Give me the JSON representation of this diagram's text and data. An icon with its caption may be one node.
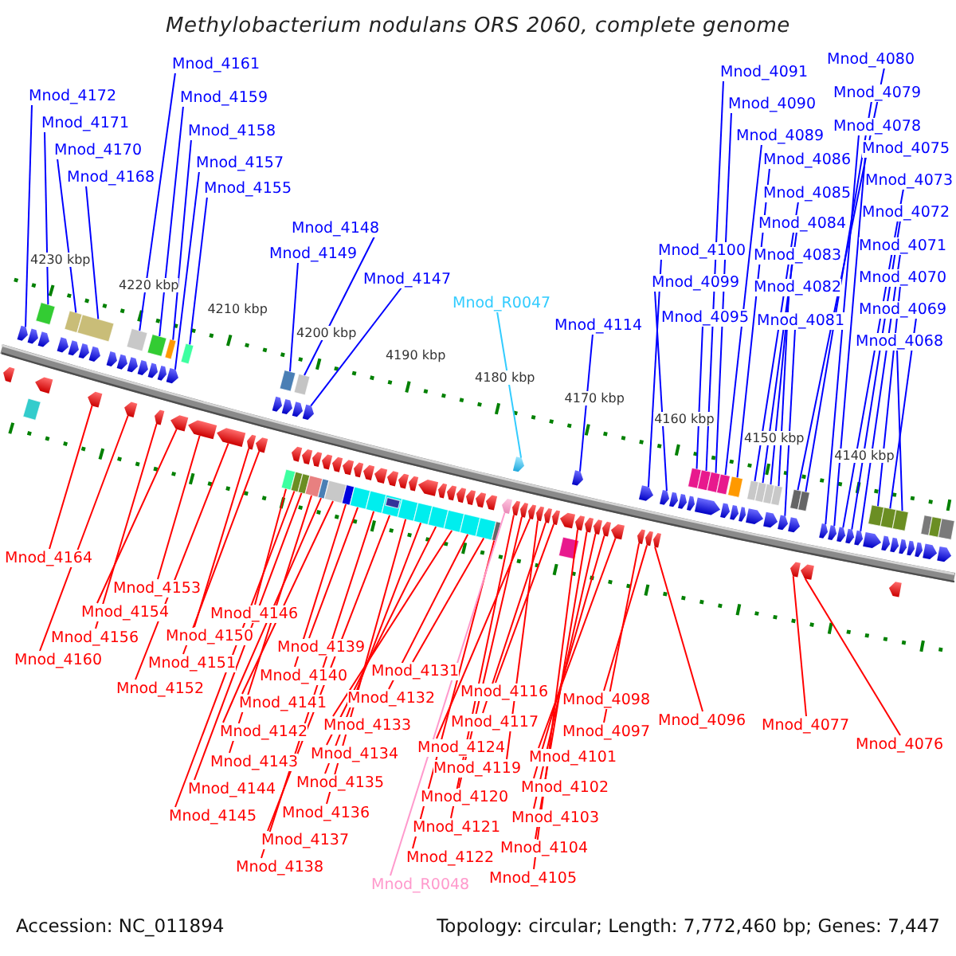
{
  "diagram": {
    "title": "Methylobacterium nodulans ORS 2060, complete genome",
    "nodes": [
      {
        "text": [
          "Mnod_4161"
        ]
      },
      {
        "text": [
          "Mnod_4091"
        ]
      },
      {
        "text": [
          "Mnod_4080"
        ]
      },
      {
        "text": [
          "Mnod_4172"
        ]
      },
      {
        "text": [
          "Mnod_4159"
        ]
      },
      {
        "text": [
          "Mnod_4090"
        ]
      },
      {
        "text": [
          "Mnod_4079"
        ]
      },
      {
        "text": [
          "Mnod_4171"
        ]
      },
      {
        "text": [
          "Mnod_4158"
        ]
      },
      {
        "text": [
          "Mnod_4089"
        ]
      },
      {
        "text": [
          "Mnod_4078"
        ]
      },
      {
        "text": [
          "Mnod_4170"
        ]
      },
      {
        "text": [
          "Mnod_4157"
        ]
      },
      {
        "text": [
          "Mnod_4086"
        ]
      },
      {
        "text": [
          "Mnod_4075"
        ]
      },
      {
        "text": [
          "Mnod_4168"
        ]
      },
      {
        "text": [
          "Mnod_4155"
        ]
      },
      {
        "text": [
          "Mnod_4085"
        ]
      },
      {
        "text": [
          "Mnod_4073"
        ]
      },
      {
        "text": [
          "Mnod_4148"
        ]
      },
      {
        "text": [
          "Mnod_4084"
        ]
      },
      {
        "text": [
          "Mnod_4072"
        ]
      },
      {
        "text": [
          "Mnod_4149"
        ]
      },
      {
        "text": [
          "Mnod_4100"
        ]
      },
      {
        "text": [
          "Mnod_4083"
        ]
      },
      {
        "text": [
          "Mnod_4071"
        ]
      },
      {
        "text": [
          "Mnod_4147"
        ]
      },
      {
        "text": [
          "Mnod_4099"
        ]
      },
      {
        "text": [
          "Mnod_4082"
        ]
      },
      {
        "text": [
          "Mnod_4070"
        ]
      },
      {
        "text": [
          "Mnod_R0047"
        ]
      },
      {
        "text": [
          "Mnod_4095"
        ]
      },
      {
        "text": [
          "Mnod_4081"
        ]
      },
      {
        "text": [
          "Mnod_4069"
        ]
      },
      {
        "text": [
          "Mnod_4114"
        ]
      },
      {
        "text": [
          "Mnod_4068"
        ]
      },
      {
        "text": [
          "Mnod_4164"
        ]
      },
      {
        "text": [
          "Mnod_4153"
        ]
      },
      {
        "text": [
          "Mnod_4154"
        ]
      },
      {
        "text": [
          "Mnod_4146"
        ]
      },
      {
        "text": [
          "Mnod_4156"
        ]
      },
      {
        "text": [
          "Mnod_4150"
        ]
      },
      {
        "text": [
          "Mnod_4139"
        ]
      },
      {
        "text": [
          "Mnod_4160"
        ]
      },
      {
        "text": [
          "Mnod_4151"
        ]
      },
      {
        "text": [
          "Mnod_4140"
        ]
      },
      {
        "text": [
          "Mnod_4131"
        ]
      },
      {
        "text": [
          "Mnod_4152"
        ]
      },
      {
        "text": [
          "Mnod_4141"
        ]
      },
      {
        "text": [
          "Mnod_4132"
        ]
      },
      {
        "text": [
          "Mnod_4116"
        ]
      },
      {
        "text": [
          "Mnod_4098"
        ]
      },
      {
        "text": [
          "Mnod_4142"
        ]
      },
      {
        "text": [
          "Mnod_4133"
        ]
      },
      {
        "text": [
          "Mnod_4117"
        ]
      },
      {
        "text": [
          "Mnod_4097"
        ]
      },
      {
        "text": [
          "Mnod_4096"
        ]
      },
      {
        "text": [
          "Mnod_4077"
        ]
      },
      {
        "text": [
          "Mnod_4143"
        ]
      },
      {
        "text": [
          "Mnod_4134"
        ]
      },
      {
        "text": [
          "Mnod_4124"
        ]
      },
      {
        "text": [
          "Mnod_4101"
        ]
      },
      {
        "text": [
          "Mnod_4076"
        ]
      },
      {
        "text": [
          "Mnod_4144"
        ]
      },
      {
        "text": [
          "Mnod_4135"
        ]
      },
      {
        "text": [
          "Mnod_4119"
        ]
      },
      {
        "text": [
          "Mnod_4102"
        ]
      },
      {
        "text": [
          "Mnod_4145"
        ]
      },
      {
        "text": [
          "Mnod_4136"
        ]
      },
      {
        "text": [
          "Mnod_4120"
        ]
      },
      {
        "text": [
          "Mnod_4103"
        ]
      },
      {
        "text": [
          "Mnod_4137"
        ]
      },
      {
        "text": [
          "Mnod_4121"
        ]
      },
      {
        "text": [
          "Mnod_4104"
        ]
      },
      {
        "text": [
          "Mnod_4138"
        ]
      },
      {
        "text": [
          "Mnod_4122"
        ]
      },
      {
        "text": [
          "Mnod_4105"
        ]
      },
      {
        "text": [
          "Mnod_R0048"
        ]
      },
      {
        "text": [],
        "shape": "box"
      },
      {
        "text": [],
        "shape": "box"
      },
      {
        "text": [],
        "shape": "box"
      },
      {
        "text": [],
        "shape": "box"
      },
      {
        "text": [],
        "shape": "box"
      },
      {
        "text": [],
        "shape": "box"
      },
      {
        "text": [],
        "shape": "box"
      },
      {
        "text": [],
        "shape": "box"
      },
      {
        "text": [],
        "shape": "box"
      },
      {
        "text": [],
        "shape": "box"
      },
      {
        "text": [],
        "shape": "box"
      },
      {
        "text": [],
        "shape": "box"
      },
      {
        "text": [],
        "shape": "box"
      },
      {
        "text": [],
        "shape": "box"
      },
      {
        "text": [],
        "shape": "box"
      },
      {
        "text": [],
        "shape": "box"
      },
      {
        "text": [],
        "shape": "box"
      },
      {
        "text": [],
        "shape": "box"
      },
      {
        "text": [],
        "shape": "box"
      },
      {
        "text": [],
        "shape": "box"
      },
      {
        "text": [],
        "shape": "box"
      },
      {
        "text": [],
        "shape": "box"
      },
      {
        "text": [],
        "shape": "box"
      },
      {
        "text": [],
        "shape": "box"
      },
      {
        "text": [],
        "shape": "box"
      },
      {
        "text": [],
        "shape": "box"
      },
      {
        "text": [],
        "shape": "arrow"
      },
      {
        "text": [],
        "shape": "arrow"
      },
      {
        "text": [],
        "shape": "arrow"
      },
      {
        "text": [],
        "shape": "arrow"
      },
      {
        "text": [],
        "shape": "arrow"
      },
      {
        "text": [],
        "shape": "arrow"
      },
      {
        "text": [],
        "shape": "arrow"
      },
      {
        "text": [],
        "shape": "arrow"
      },
      {
        "text": [],
        "shape": "arrow"
      },
      {
        "text": [],
        "shape": "arrow"
      },
      {
        "text": [],
        "shape": "arrow"
      },
      {
        "text": [],
        "shape": "arrow"
      },
      {
        "text": [],
        "shape": "arrow"
      },
      {
        "text": [],
        "shape": "arrow"
      },
      {
        "text": [],
        "shape": "arrow"
      },
      {
        "text": [],
        "shape": "arrow"
      },
      {
        "text": [],
        "shape": "arrow"
      },
      {
        "text": [],
        "shape": "arrow"
      },
      {
        "text": [],
        "shape": "arrow"
      },
      {
        "text": [],
        "shape": "arrow"
      },
      {
        "text": [],
        "shape": "arrow"
      },
      {
        "text": [],
        "shape": "arrow"
      },
      {
        "text": [],
        "shape": "arrow"
      },
      {
        "text": [],
        "shape": "arrow"
      },
      {
        "text": [],
        "shape": "arrow"
      },
      {
        "text": [],
        "shape": "arrow"
      },
      {
        "text": [],
        "shape": "arrow"
      },
      {
        "text": [],
        "shape": "arrow"
      },
      {
        "text": [],
        "shape": "arrow"
      },
      {
        "text": [],
        "shape": "arrow"
      },
      {
        "text": [],
        "shape": "arrow"
      },
      {
        "text": [],
        "shape": "arrow"
      },
      {
        "text": [],
        "shape": "arrow"
      },
      {
        "text": [],
        "shape": "arrow"
      },
      {
        "text": [],
        "shape": "arrow"
      },
      {
        "text": [],
        "shape": "arrow"
      },
      {
        "text": [],
        "shape": "arrow"
      },
      {
        "text": [],
        "shape": "arrow"
      },
      {
        "text": [],
        "shape": "arrow"
      },
      {
        "text": [],
        "shape": "arrow"
      },
      {
        "text": [],
        "shape": "arrow"
      },
      {
        "text": [],
        "shape": "arrow"
      },
      {
        "text": [],
        "shape": "arrow"
      },
      {
        "text": [],
        "shape": "arrow"
      },
      {
        "text": [],
        "shape": "arrow"
      },
      {
        "text": [],
        "shape": "arrow"
      },
      {
        "text": [],
        "shape": "arrow"
      },
      {
        "text": [],
        "shape": "arrow"
      },
      {
        "text": [],
        "shape": "arrow"
      },
      {
        "text": [],
        "shape": "arrow"
      },
      {
        "text": [],
        "shape": "arrow"
      },
      {
        "text": [],
        "shape": "arrow"
      },
      {
        "text": [],
        "shape": "arrow"
      },
      {
        "text": [],
        "shape": "arrow"
      },
      {
        "text": [],
        "shape": "arrow"
      },
      {
        "text": [],
        "shape": "arrow"
      },
      {
        "text": [],
        "shape": "arrow"
      },
      {
        "text": [],
        "shape": "arrow"
      },
      {
        "text": [],
        "shape": "arrow"
      },
      {
        "text": [],
        "shape": "arrow"
      },
      {
        "text": [],
        "shape": "arrow"
      },
      {
        "text": [],
        "shape": "arrow"
      },
      {
        "text": [],
        "shape": "arrow"
      },
      {
        "text": [],
        "shape": "arrow"
      },
      {
        "text": [],
        "shape": "arrow"
      },
      {
        "text": [],
        "shape": "arrow"
      },
      {
        "text": [],
        "shape": "arrow"
      },
      {
        "text": [],
        "shape": "arrow"
      },
      {
        "text": [],
        "shape": "arrow"
      },
      {
        "text": [],
        "shape": "arrow"
      },
      {
        "text": [],
        "shape": "arrow"
      },
      {
        "text": [],
        "shape": "arrow"
      },
      {
        "text": [],
        "shape": "arrow"
      },
      {
        "text": [],
        "shape": "arrow"
      },
      {
        "text": [],
        "shape": "arrow"
      },
      {
        "text": [],
        "shape": "arrow"
      },
      {
        "text": [],
        "shape": "arrow"
      },
      {
        "text": [],
        "shape": "arrow"
      },
      {
        "text": [],
        "shape": "arrow"
      },
      {
        "text": [],
        "shape": "arrow"
      },
      {
        "text": [],
        "shape": "arrow"
      },
      {
        "text": [],
        "shape": "arrow"
      },
      {
        "text": [],
        "shape": "arrow"
      },
      {
        "text": [],
        "shape": "arrow"
      },
      {
        "text": [],
        "shape": "arrow"
      },
      {
        "text": [],
        "shape": "arrow"
      },
      {
        "text": [],
        "shape": "arrow"
      },
      {
        "text": [],
        "shape": "arrow"
      },
      {
        "text": [],
        "shape": "arrow"
      },
      {
        "text": [],
        "shape": "arrow"
      },
      {
        "text": [],
        "shape": "arrow"
      },
      {
        "text": [],
        "shape": "arrow"
      },
      {
        "text": [],
        "shape": "arrow"
      },
      {
        "text": [],
        "shape": "arrow"
      },
      {
        "text": [],
        "shape": "box"
      },
      {
        "text": [],
        "shape": "box"
      },
      {
        "text": [],
        "shape": "box"
      },
      {
        "text": [],
        "shape": "box"
      },
      {
        "text": [],
        "shape": "box"
      },
      {
        "text": [],
        "shape": "box"
      },
      {
        "text": [],
        "shape": "box"
      },
      {
        "text": [],
        "shape": "box"
      },
      {
        "text": [],
        "shape": "box"
      },
      {
        "text": [],
        "shape": "box"
      },
      {
        "text": [],
        "shape": "box"
      },
      {
        "text": [],
        "shape": "box"
      },
      {
        "text": [],
        "shape": "box"
      },
      {
        "text": [],
        "shape": "box"
      },
      {
        "text": [],
        "shape": "box"
      },
      {
        "text": [],
        "shape": "box"
      },
      {
        "text": [],
        "shape": "box"
      },
      {
        "text": [],
        "shape": "box"
      },
      {
        "text": [],
        "shape": "box"
      },
      {
        "text": [],
        "shape": "box",
        "in": 208
      }
    ],
    "edges": [
      {
        "from": 0,
        "to": 81,
        "arrow": "none",
        "color": "#0000ff"
      },
      {
        "from": 1,
        "to": 88,
        "arrow": "none",
        "color": "#0000ff"
      },
      {
        "from": 2,
        "to": 96,
        "arrow": "none",
        "color": "#0000ff"
      },
      {
        "from": 3,
        "to": 104,
        "arrow": "none",
        "color": "#0000ff"
      },
      {
        "from": 4,
        "to": 82,
        "arrow": "none",
        "color": "#0000ff"
      },
      {
        "from": 5,
        "to": 89,
        "arrow": "none",
        "color": "#0000ff"
      },
      {
        "from": 6,
        "to": 97,
        "arrow": "none",
        "color": "#0000ff"
      },
      {
        "from": 7,
        "to": 78,
        "arrow": "none",
        "color": "#0000ff"
      },
      {
        "from": 8,
        "to": 83,
        "arrow": "none",
        "color": "#0000ff"
      },
      {
        "from": 9,
        "to": 90,
        "arrow": "none",
        "color": "#0000ff"
      },
      {
        "from": 10,
        "to": 137,
        "arrow": "none",
        "color": "#0000ff"
      },
      {
        "from": 11,
        "to": 79,
        "arrow": "none",
        "color": "#0000ff"
      },
      {
        "from": 12,
        "to": 117,
        "arrow": "none",
        "color": "#0000ff"
      },
      {
        "from": 13,
        "to": 91,
        "arrow": "none",
        "color": "#0000ff"
      },
      {
        "from": 14,
        "to": 138,
        "arrow": "none",
        "color": "#0000ff"
      },
      {
        "from": 15,
        "to": 80,
        "arrow": "none",
        "color": "#0000ff"
      },
      {
        "from": 16,
        "to": 84,
        "arrow": "none",
        "color": "#0000ff"
      },
      {
        "from": 17,
        "to": 92,
        "arrow": "none",
        "color": "#0000ff"
      },
      {
        "from": 18,
        "to": 139,
        "arrow": "none",
        "color": "#0000ff"
      },
      {
        "from": 19,
        "to": 86,
        "arrow": "none",
        "color": "#0000ff"
      },
      {
        "from": 20,
        "to": 93,
        "arrow": "none",
        "color": "#0000ff"
      },
      {
        "from": 21,
        "to": 140,
        "arrow": "none",
        "color": "#0000ff"
      },
      {
        "from": 22,
        "to": 85,
        "arrow": "none",
        "color": "#0000ff"
      },
      {
        "from": 23,
        "to": 124,
        "arrow": "none",
        "color": "#0000ff"
      },
      {
        "from": 24,
        "to": 94,
        "arrow": "none",
        "color": "#0000ff"
      },
      {
        "from": 25,
        "to": 141,
        "arrow": "none",
        "color": "#0000ff"
      },
      {
        "from": 26,
        "to": 121,
        "arrow": "none",
        "color": "#0000ff"
      },
      {
        "from": 27,
        "to": 125,
        "arrow": "none",
        "color": "#0000ff"
      },
      {
        "from": 28,
        "to": 95,
        "arrow": "none",
        "color": "#0000ff"
      },
      {
        "from": 29,
        "to": 98,
        "arrow": "none",
        "color": "#0000ff"
      },
      {
        "from": 30,
        "to": 122,
        "arrow": "none",
        "color": "#33ccff"
      },
      {
        "from": 31,
        "to": 87,
        "arrow": "none",
        "color": "#0000ff"
      },
      {
        "from": 32,
        "to": 135,
        "arrow": "none",
        "color": "#0000ff"
      },
      {
        "from": 33,
        "to": 99,
        "arrow": "none",
        "color": "#0000ff"
      },
      {
        "from": 34,
        "to": 123,
        "arrow": "none",
        "color": "#0000ff"
      },
      {
        "from": 35,
        "to": 100,
        "arrow": "none",
        "color": "#0000ff"
      },
      {
        "from": 36,
        "to": 152,
        "arrow": "none"
      },
      {
        "from": 37,
        "to": 156,
        "arrow": "none"
      },
      {
        "from": 38,
        "to": 155,
        "arrow": "none"
      },
      {
        "from": 39,
        "to": 199,
        "arrow": "none"
      },
      {
        "from": 40,
        "to": 154,
        "arrow": "none"
      },
      {
        "from": 41,
        "to": 158,
        "arrow": "none"
      },
      {
        "from": 42,
        "to": 206,
        "arrow": "none"
      },
      {
        "from": 43,
        "to": 153,
        "arrow": "none"
      },
      {
        "from": 44,
        "to": 159,
        "arrow": "none"
      },
      {
        "from": 45,
        "to": 205,
        "arrow": "none"
      },
      {
        "from": 46,
        "to": 214,
        "arrow": "none"
      },
      {
        "from": 47,
        "to": 157,
        "arrow": "none"
      },
      {
        "from": 48,
        "to": 204,
        "arrow": "none"
      },
      {
        "from": 49,
        "to": 213,
        "arrow": "none"
      },
      {
        "from": 50,
        "to": 185,
        "arrow": "none"
      },
      {
        "from": 51,
        "to": 193,
        "arrow": "none"
      },
      {
        "from": 52,
        "to": 203,
        "arrow": "none"
      },
      {
        "from": 53,
        "to": 212,
        "arrow": "none"
      },
      {
        "from": 54,
        "to": 184,
        "arrow": "none"
      },
      {
        "from": 55,
        "to": 192,
        "arrow": "none"
      },
      {
        "from": 56,
        "to": 194,
        "arrow": "none"
      },
      {
        "from": 57,
        "to": 195,
        "arrow": "none"
      },
      {
        "from": 58,
        "to": 202,
        "arrow": "none"
      },
      {
        "from": 59,
        "to": 211,
        "arrow": "none"
      },
      {
        "from": 60,
        "to": 182,
        "arrow": "none"
      },
      {
        "from": 61,
        "to": 191,
        "arrow": "none"
      },
      {
        "from": 62,
        "to": 196,
        "arrow": "none"
      },
      {
        "from": 63,
        "to": 201,
        "arrow": "none"
      },
      {
        "from": 64,
        "to": 210,
        "arrow": "none"
      },
      {
        "from": 65,
        "to": 183,
        "arrow": "none"
      },
      {
        "from": 66,
        "to": 190,
        "arrow": "none"
      },
      {
        "from": 67,
        "to": 200,
        "arrow": "none"
      },
      {
        "from": 68,
        "to": 209,
        "arrow": "none"
      },
      {
        "from": 69,
        "to": 181,
        "arrow": "none"
      },
      {
        "from": 70,
        "to": 189,
        "arrow": "none"
      },
      {
        "from": 71,
        "to": 208,
        "arrow": "none"
      },
      {
        "from": 72,
        "to": 180,
        "arrow": "none"
      },
      {
        "from": 73,
        "to": 188,
        "arrow": "none"
      },
      {
        "from": 74,
        "to": 207,
        "arrow": "none"
      },
      {
        "from": 75,
        "to": 215,
        "arrow": "none"
      },
      {
        "from": 76,
        "to": 187,
        "arrow": "none"
      },
      {
        "from": 77,
        "to": 179,
        "arrow": "none",
        "color": "#ff99cc"
      }
    ],
    "labels": [
      "4230 kbp",
      "4220 kbp",
      "4210 kbp",
      "4200 kbp",
      "4190 kbp",
      "4180 kbp",
      "4170 kbp",
      "4160 kbp",
      "4150 kbp",
      "4140 kbp",
      "Accession: NC_011894",
      "Topology: circular; Length: 7,772,460 bp; Genes: 7,447"
    ]
  }
}
